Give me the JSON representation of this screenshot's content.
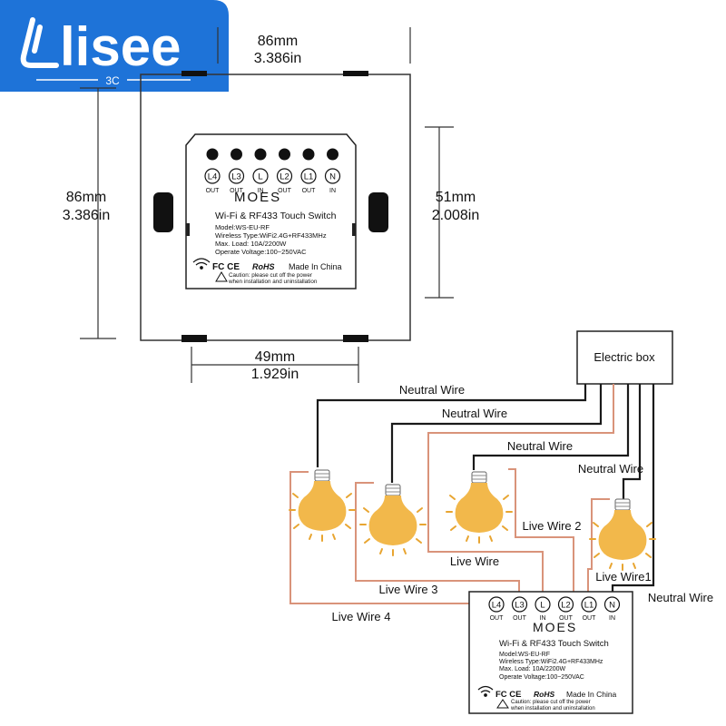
{
  "logo": {
    "brand": "lisee",
    "sub": "3C",
    "color": "#1e73d8"
  },
  "dimensions": {
    "top_mm": "86mm",
    "top_in": "3.386in",
    "left_mm": "86mm",
    "left_in": "3.386in",
    "right_mm": "51mm",
    "right_in": "2.008in",
    "bottom_mm": "49mm",
    "bottom_in": "1.929in"
  },
  "module": {
    "terminals": [
      {
        "label": "L4",
        "sub": "OUT"
      },
      {
        "label": "L3",
        "sub": "OUT"
      },
      {
        "label": "L",
        "sub": "IN"
      },
      {
        "label": "L2",
        "sub": "OUT"
      },
      {
        "label": "L1",
        "sub": "OUT"
      },
      {
        "label": "N",
        "sub": "IN"
      }
    ],
    "brand": "MOES",
    "title": "Wi-Fi & RF433 Touch Switch",
    "model": "Model:WS-EU-RF",
    "wireless": "Wireless Type:WiFi2.4G+RF433MHz",
    "load": "Max. Load: 10A/2200W",
    "voltage": "Operate Voltage:100~250VAC",
    "marks": "FC CE",
    "rohs": "RoHS",
    "made": "Made In China",
    "caution1": "Caution: please cut off the power",
    "caution2": "when installation and uninstallation"
  },
  "wiring": {
    "electric_box": "Electric box",
    "neutral": [
      "Neutral Wire",
      "Neutral Wire",
      "Neutral Wire",
      "Neutral Wire",
      "Neutral Wire"
    ],
    "live": [
      "Live Wire 2",
      "Live Wire",
      "Live Wire1",
      "Live Wire 3",
      "Live Wire 4"
    ],
    "colors": {
      "neutral": "#1a1a1a",
      "live": "#d9937a",
      "bulb": "#f2b84b",
      "rays": "#e8a531"
    }
  }
}
